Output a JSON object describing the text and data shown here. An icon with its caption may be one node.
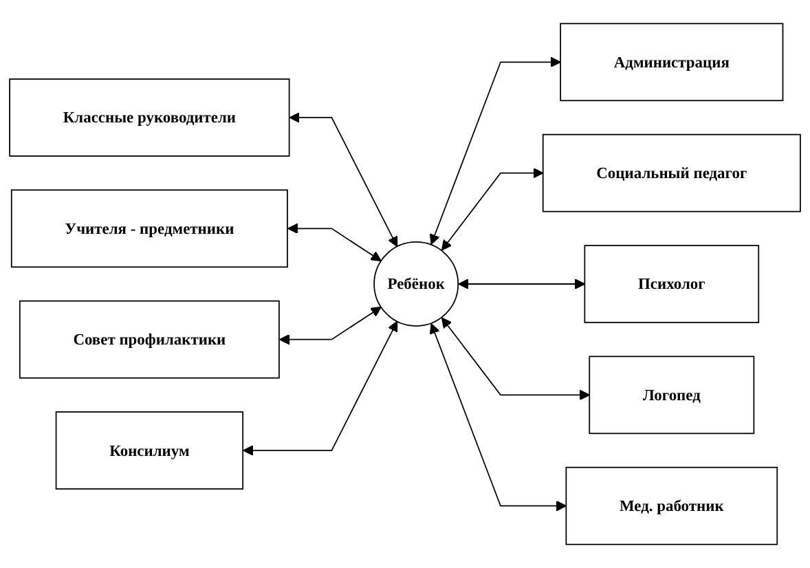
{
  "diagram": {
    "nodes": [
      {
        "text": [
          "Администрация"
        ]
      },
      {
        "text": [
          "Классные руководители"
        ]
      },
      {
        "text": [
          "Социальный педагог"
        ]
      },
      {
        "text": [
          "Учителя - предметники"
        ]
      },
      {
        "text": [
          "Психолог"
        ]
      },
      {
        "text": [
          "Ребёнок"
        ]
      },
      {
        "text": [
          "Совет профилактики"
        ]
      },
      {
        "text": [
          "Логопед"
        ]
      },
      {
        "text": [
          "Консилиум"
        ]
      },
      {
        "text": [
          "Мед. работник"
        ]
      }
    ],
    "edges": [
      {
        "from": 5,
        "to": 0,
        "arrow": "both"
      },
      {
        "from": 1,
        "to": 5,
        "arrow": "both"
      },
      {
        "from": 5,
        "to": 2,
        "arrow": "both"
      },
      {
        "from": 3,
        "to": 5,
        "arrow": "both"
      },
      {
        "from": 5,
        "to": 4,
        "arrow": "both"
      },
      {
        "from": 6,
        "to": 5,
        "arrow": "both"
      },
      {
        "from": 5,
        "to": 7,
        "arrow": "both"
      },
      {
        "from": 8,
        "to": 5,
        "arrow": "both"
      },
      {
        "from": 5,
        "to": 9,
        "arrow": "both"
      }
    ]
  }
}
